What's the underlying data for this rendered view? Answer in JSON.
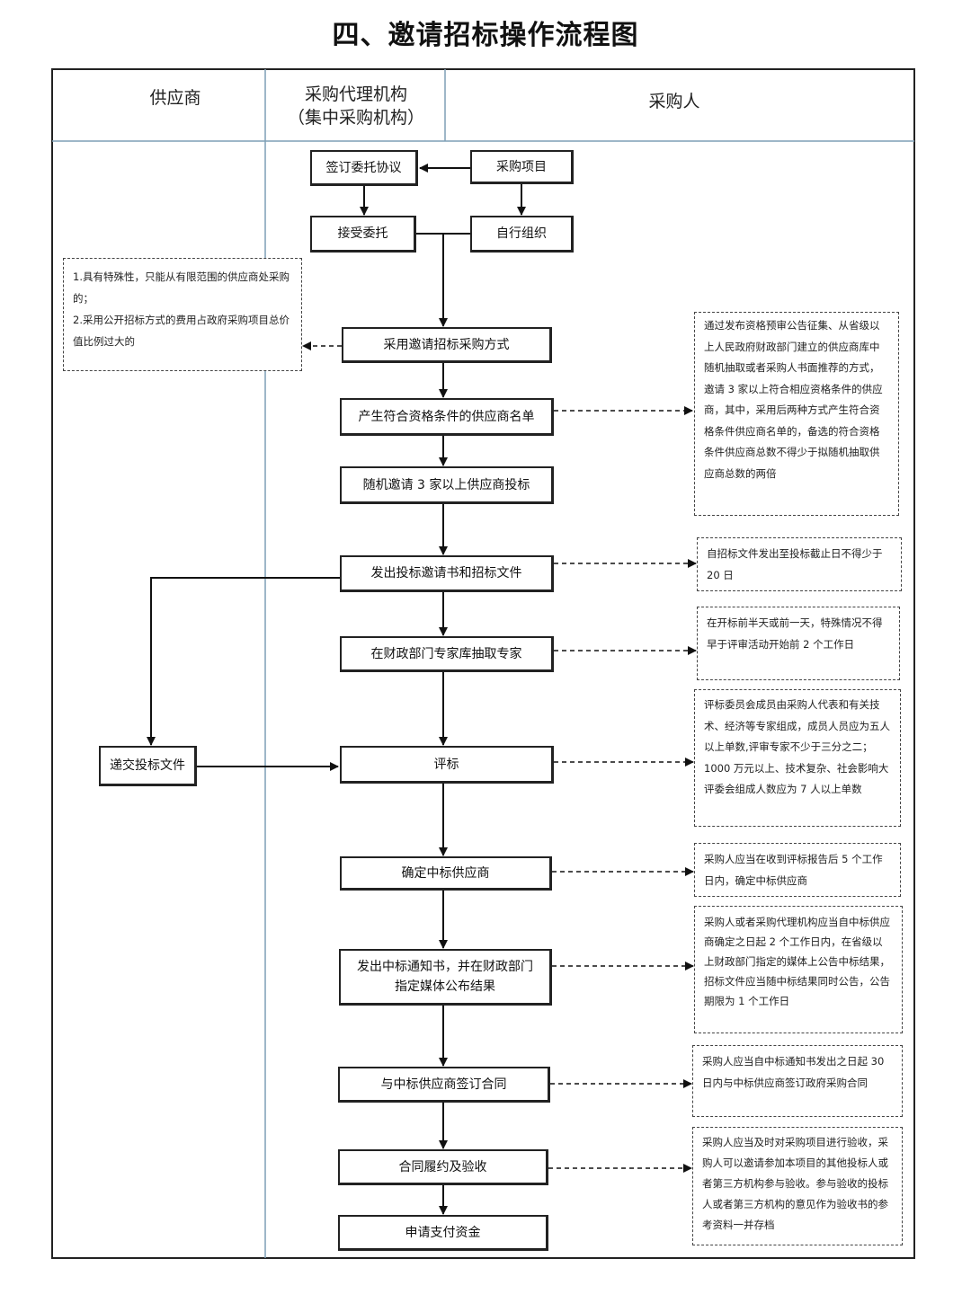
{
  "title": "四、邀请招标操作流程图",
  "lanes": {
    "supplier": "供应商",
    "agency_line1": "采购代理机构",
    "agency_line2": "（集中采购机构）",
    "purchaser": "采购人"
  },
  "nodes": {
    "sign_agreement": "签订委托协议",
    "procurement_project": "采购项目",
    "accept_entrust": "接受委托",
    "self_organize": "自行组织",
    "adopt_invite": "采用邀请招标采购方式",
    "generate_list": "产生符合资格条件的供应商名单",
    "random_invite": "随机邀请 3 家以上供应商投标",
    "issue_docs": "发出投标邀请书和招标文件",
    "draw_experts": "在财政部门专家库抽取专家",
    "submit_bid": "递交投标文件",
    "evaluate": "评标",
    "determine_winner": "确定中标供应商",
    "notice_line1": "发出中标通知书，并在财政部门",
    "notice_line2": "指定媒体公布结果",
    "sign_contract": "与中标供应商签订合同",
    "fulfill": "合同履约及验收",
    "apply_payment": "申请支付资金"
  },
  "notes": {
    "conditions": [
      "1.具有特殊性，只能从有限范围的供应商处采购的；",
      "2.采用公开招标方式的费用占政府采购项目总价值比例过大的"
    ],
    "qualification": "通过发布资格预审公告征集、从省级以上人民政府财政部门建立的供应商库中随机抽取或者采购人书面推荐的方式，邀请 3 家以上符合相应资格条件的供应商，其中，采用后两种方式产生符合资格条件供应商名单的，备选的符合资格条件供应商总数不得少于拟随机抽取供应商总数的两倍",
    "bid_period": "自招标文件发出至投标截止日不得少于 20 日",
    "expert_time": "在开标前半天或前一天，特殊情况不得早于评审活动开始前 2 个工作日",
    "committee": "评标委员会成员由采购人代表和有关技术、经济等专家组成，成员人员应为五人以上单数,评审专家不少于三分之二；1000 万元以上、技术复杂、社会影响大评委会组成人数应为 7 人以上单数",
    "winner_time": "采购人应当在收到评标报告后 5 个工作日内，确定中标供应商",
    "announce": "采购人或者采购代理机构应当自中标供应商确定之日起 2 个工作日内，在省级以上财政部门指定的媒体上公告中标结果，招标文件应当随中标结果同时公告，公告期限为 1 个工作日",
    "contract": "采购人应当自中标通知书发出之日起 30 日内与中标供应商签订政府采购合同",
    "acceptance": "采购人应当及时对采购项目进行验收，采购人可以邀请参加本项目的其他投标人或者第三方机构参与验收。参与验收的投标人或者第三方机构的意见作为验收书的参考资料一并存档"
  }
}
